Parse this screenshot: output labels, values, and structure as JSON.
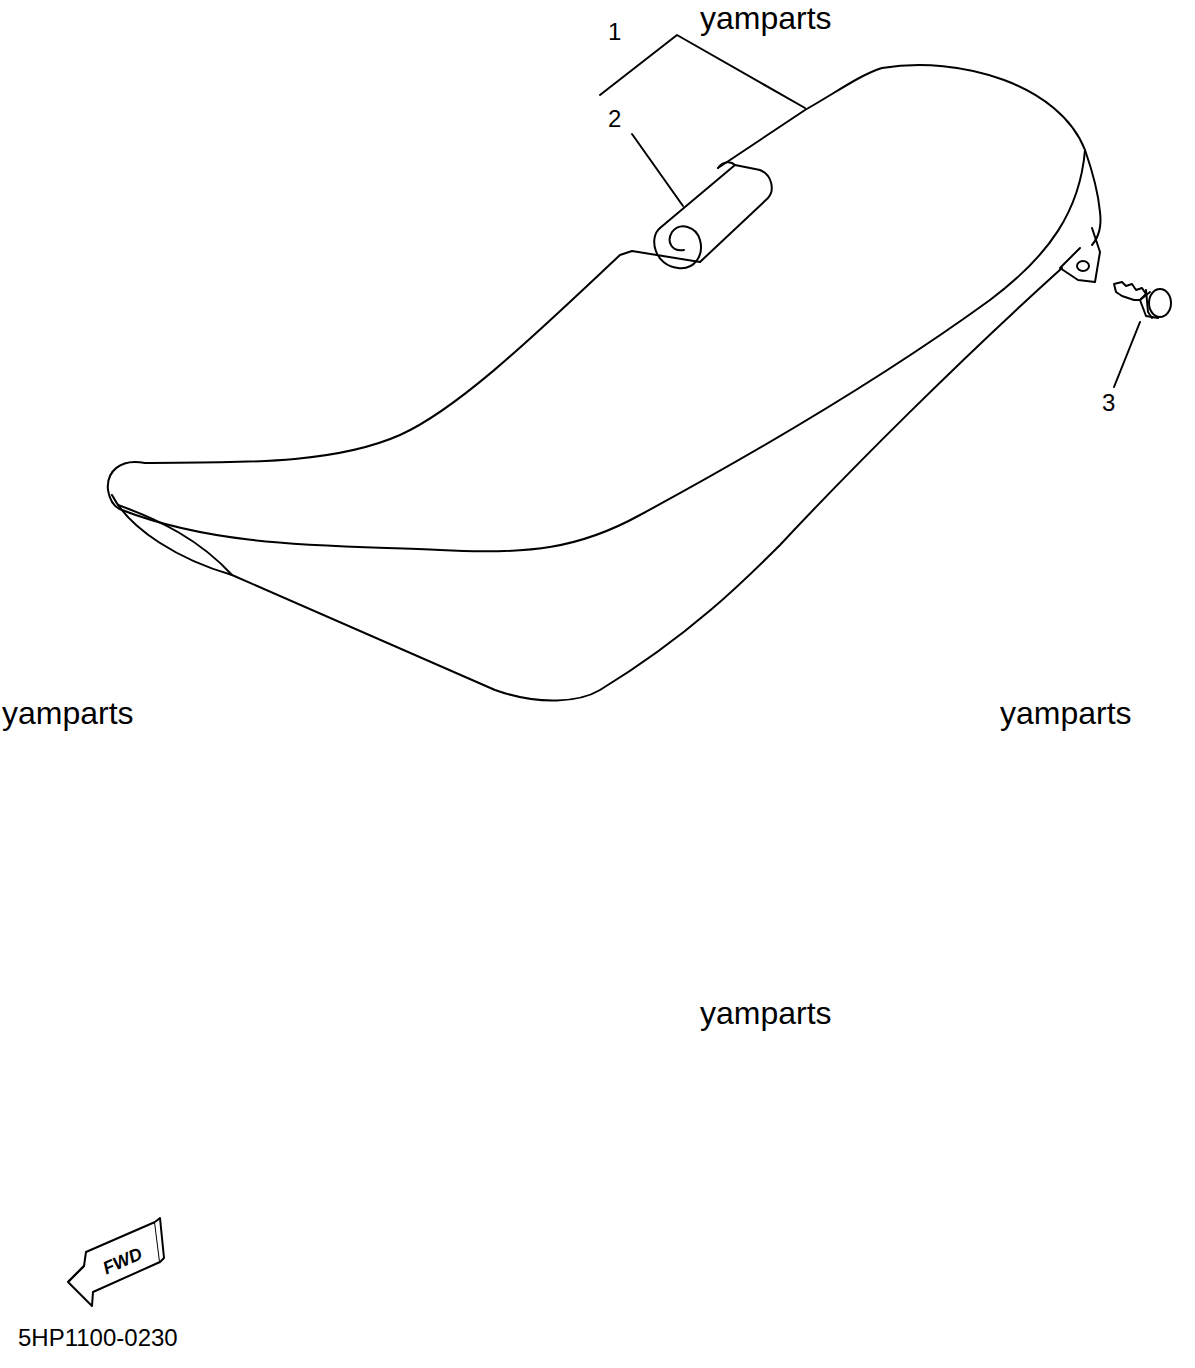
{
  "diagram": {
    "nodes": [
      {
        "text": [
          "FWD"
        ]
      }
    ],
    "labels": [
      "1",
      "2",
      "yamparts",
      "3",
      "yamparts",
      "yamparts",
      "yamparts",
      "5HP1100-0230"
    ]
  }
}
